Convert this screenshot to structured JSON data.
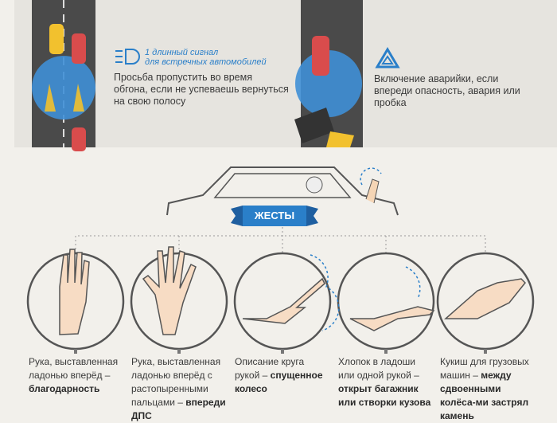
{
  "top": {
    "left": {
      "icon": "high-beam-icon",
      "signal_line1": "1 длинный сигнал",
      "signal_line2": "для встречных автомобилей",
      "description": "Просьба пропустить во время обгона, если не успеваешь вернуться на свою полосу"
    },
    "right": {
      "icon": "hazard-triangle-icon",
      "description": "Включение аварийки, если впереди опасность, авария или пробка"
    }
  },
  "banner": "ЖЕСТЫ",
  "gestures": [
    {
      "text": "Рука, выставленная ладонью вперёд – ",
      "bold": "благодарность",
      "after": ""
    },
    {
      "text": "Рука, выставленная ладонью вперёд с растопыренными пальцами – ",
      "bold": "впереди ДПС",
      "after": ""
    },
    {
      "text": "Описание круга рукой – ",
      "bold": "спущенное колесо",
      "after": ""
    },
    {
      "text": "Хлопок в ладоши или одной рукой – ",
      "bold": "открыт багажник или створки кузова",
      "after": ""
    },
    {
      "text": "Кукиш для грузовых машин – ",
      "bold": "между сдвоенными колёса-ми застрял камень",
      "after": ""
    }
  ],
  "colors": {
    "blue": "#2a7fc9",
    "road": "#4a4a4a",
    "car_red": "#d94c4c",
    "yellow": "#f2c12e"
  }
}
